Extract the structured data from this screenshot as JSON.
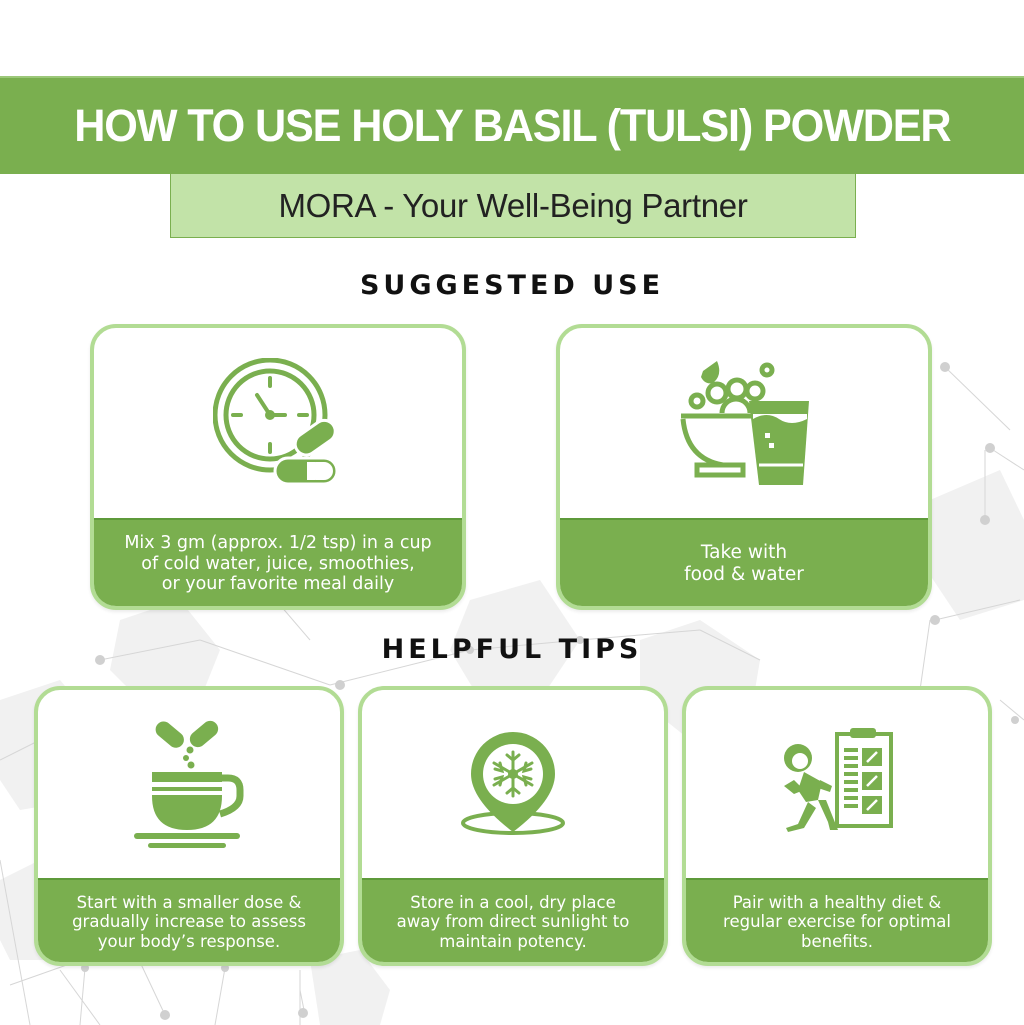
{
  "header": {
    "title": "HOW TO USE HOLY BASIL (TULSI) POWDER",
    "subtitle": "MORA - Your Well-Being Partner"
  },
  "colors": {
    "primary_green": "#7aaf4f",
    "light_green": "#c2e3a8",
    "card_border": "#b2dc94",
    "heading_text": "#111111",
    "caption_text": "#ffffff"
  },
  "suggested_use": {
    "heading": "SUGGESTED USE",
    "cards": [
      {
        "icon": "clock-with-pills-icon",
        "text": "Mix 3 gm (approx. 1/2 tsp) in a cup\nof cold water, juice, smoothies,\nor your favorite meal daily"
      },
      {
        "icon": "food-bowl-and-water-glass-icon",
        "text": "Take with\nfood & water"
      }
    ]
  },
  "helpful_tips": {
    "heading": "HELPFUL TIPS",
    "cards": [
      {
        "icon": "capsule-into-cup-icon",
        "text": "Start with a smaller dose &\ngradually increase to assess\nyour body’s response."
      },
      {
        "icon": "snowflake-location-pin-icon",
        "text": "   Store in a cool, dry place\naway from direct sunlight to\nmaintain potency."
      },
      {
        "icon": "exercise-checklist-icon",
        "text": "Pair with a healthy diet &\nregular exercise for optimal\nbenefits."
      }
    ]
  }
}
